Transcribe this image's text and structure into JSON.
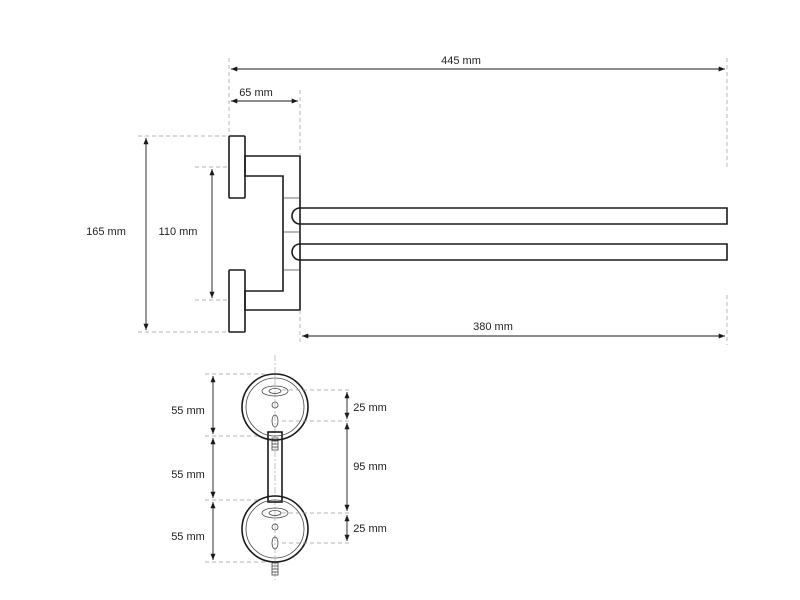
{
  "colors": {
    "line": "#1a1a1a",
    "extension": "#9a9a9a",
    "background": "#ffffff"
  },
  "dimensions": {
    "side_view": {
      "total_length": "445 mm",
      "bracket_depth": "65 mm",
      "total_height": "165 mm",
      "mount_spacing": "110 mm",
      "arm_length": "380 mm"
    },
    "front_view": {
      "upper_plate": "55 mm",
      "middle_gap": "55 mm",
      "lower_plate": "55 mm",
      "upper_hole_offset": "25 mm",
      "hole_spacing": "95 mm",
      "lower_hole_offset": "25 mm"
    }
  }
}
